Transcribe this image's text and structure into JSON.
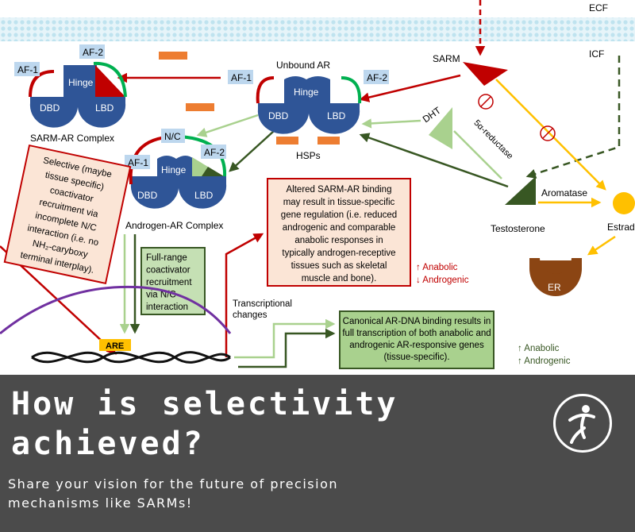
{
  "diagram": {
    "ecf": "ECF",
    "icf": "ICF",
    "sarm": "SARM",
    "dht": "DHT",
    "reductase": "5α-reductase",
    "testosterone": "Testosterone",
    "aromatase": "Aromatase",
    "estradiol": "Estradiol",
    "er": "ER",
    "hsps": "HSPs",
    "are": "ARE",
    "unbound_ar": {
      "title": "Unbound AR",
      "af1": "AF-1",
      "af2": "AF-2",
      "hinge": "Hinge",
      "dbd": "DBD",
      "lbd": "LBD"
    },
    "sarm_ar": {
      "title": "SARM-AR Complex",
      "af1": "AF-1",
      "af2": "AF-2",
      "hinge": "Hinge",
      "dbd": "DBD",
      "lbd": "LBD"
    },
    "androgen_ar": {
      "title": "Androgen-AR Complex",
      "nc": "N/C",
      "af1": "AF-1",
      "af2": "AF-2",
      "hinge": "Hinge",
      "dbd": "DBD",
      "lbd": "LBD"
    },
    "selective_box": [
      "Selective (maybe",
      "tissue specific)",
      "coactivator",
      "recruitment via",
      "incomplete N/C",
      "interaction (i.e. no",
      "NH₂-caryboxy",
      "terminal interplay)."
    ],
    "fullrange_box": [
      "Full-range",
      "coactivator",
      "recruitment",
      "via N/C",
      "interaction"
    ],
    "altered_box": [
      "Altered SARM-AR binding",
      "may result in tissue-specific",
      "gene regulation (i.e. reduced",
      "androgenic and comparable",
      "anabolic responses in",
      "typically androgen-receptive",
      "tissues such as skeletal",
      "muscle and bone)."
    ],
    "canonical_box": [
      "Canonical AR-DNA binding results in",
      "full transcription of both anabolic and",
      "androgenic AR-responsive genes",
      "(tissue-specific)."
    ],
    "transcriptional": [
      "Transcriptional",
      "changes"
    ],
    "sarm_effects": [
      "↑ Anabolic",
      "↓ Androgenic"
    ],
    "canonical_effects": [
      "↑ Anabolic",
      "↑ Androgenic"
    ]
  },
  "banner": {
    "headline": "How is selectivity achieved?",
    "subtitle_lines": [
      "Share your vision for the future of precision",
      "mechanisms like SARMs!"
    ],
    "logo": "running-figure-logo"
  },
  "colors": {
    "banner_bg": "#4b4b4b",
    "receptor": "#2f5597",
    "red": "#c00000",
    "dark_green": "#385723",
    "light_green": "#a9d18e",
    "gold": "#ffc000",
    "brown": "#8b4513"
  }
}
